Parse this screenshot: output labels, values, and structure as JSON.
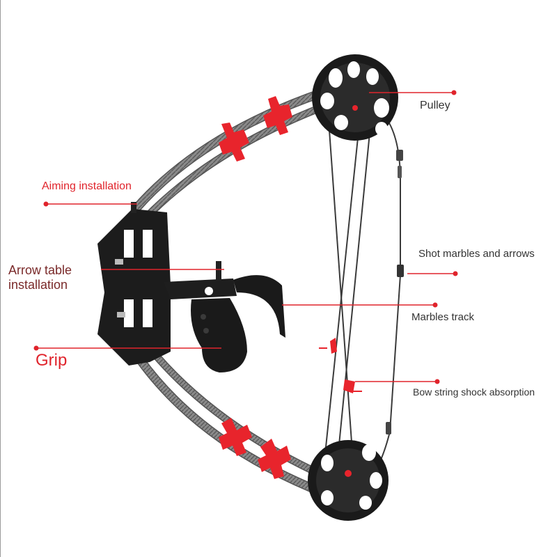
{
  "labels": {
    "pulley": "Pulley",
    "aiming": "Aiming installation",
    "arrow_table_line1": "Arrow table",
    "arrow_table_line2": "installation",
    "shot": "Shot marbles and arrows",
    "track": "Marbles track",
    "grip": "Grip",
    "shock": "Bow string shock absorption"
  },
  "colors": {
    "leader_line": "#e0242c",
    "accent_parts": "#e8242c",
    "limb": "#6e6e6e",
    "riser": "#1c1c1c",
    "string": "#3a3a3a"
  }
}
